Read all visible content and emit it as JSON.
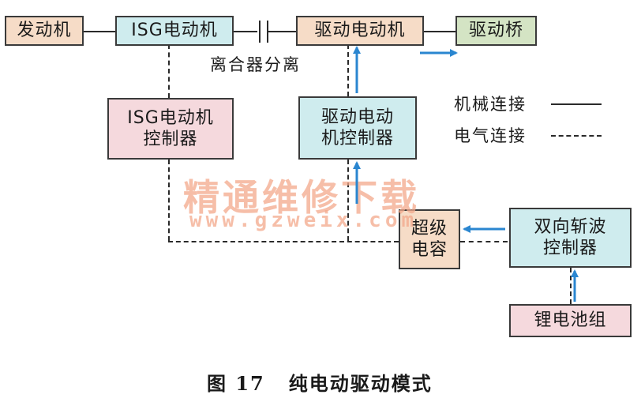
{
  "boxes": {
    "engine": "发动机",
    "isg_motor": "ISG电动机",
    "drive_motor": "驱动电动机",
    "drive_axle": "驱动桥",
    "isg_controller_line1": "ISG电动机",
    "isg_controller_line2": "控制器",
    "drive_controller_line1": "驱动电动",
    "drive_controller_line2": "机控制器",
    "supercap_line1": "超级",
    "supercap_line2": "电容",
    "dcdc_line1": "双向斩波",
    "dcdc_line2": "控制器",
    "battery": "锂电池组"
  },
  "labels": {
    "clutch_separated": "离合器分离"
  },
  "legend": {
    "mechanical": "机械连接",
    "electrical": "电气连接"
  },
  "watermark": {
    "title": "精通维修下载",
    "url": "www.gzweix.com"
  },
  "caption": {
    "figure": "图 17",
    "title": "纯电动驱动模式"
  },
  "colors": {
    "arrow": "#2a86d0",
    "watermark": "#f3a98c"
  }
}
